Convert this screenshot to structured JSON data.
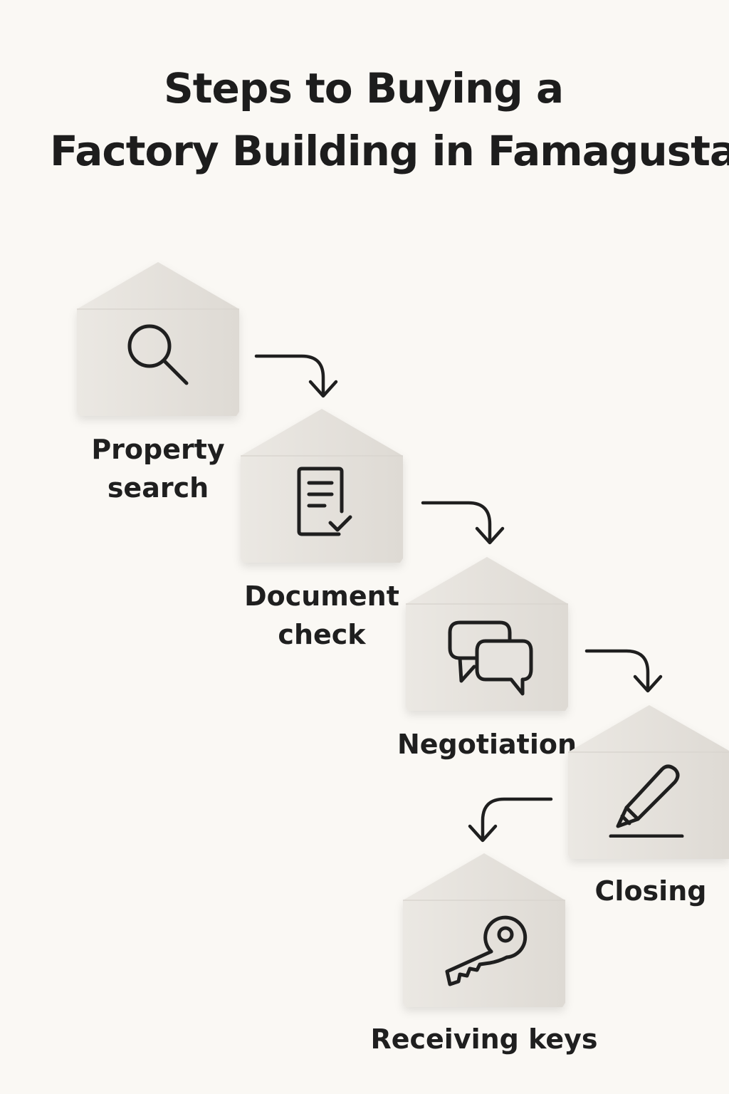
{
  "title": {
    "line1": "Steps to Buying a",
    "line2": "Factory Building in Famagusta"
  },
  "steps": [
    {
      "label_line1": "Property",
      "label_line2": "search",
      "icon": "search-icon"
    },
    {
      "label_line1": "Document",
      "label_line2": "check",
      "icon": "document-check-icon"
    },
    {
      "label_line1": "Negotiation",
      "label_line2": "",
      "icon": "chat-bubbles-icon"
    },
    {
      "label_line1": "Closing",
      "label_line2": "",
      "icon": "pen-icon"
    },
    {
      "label_line1": "Receiving keys",
      "label_line2": "",
      "icon": "key-icon"
    }
  ],
  "colors": {
    "background": "#faf8f4",
    "block_face": "#e9e6e1",
    "block_roof": "#ebe8e3",
    "ink": "#1f1f1f"
  }
}
